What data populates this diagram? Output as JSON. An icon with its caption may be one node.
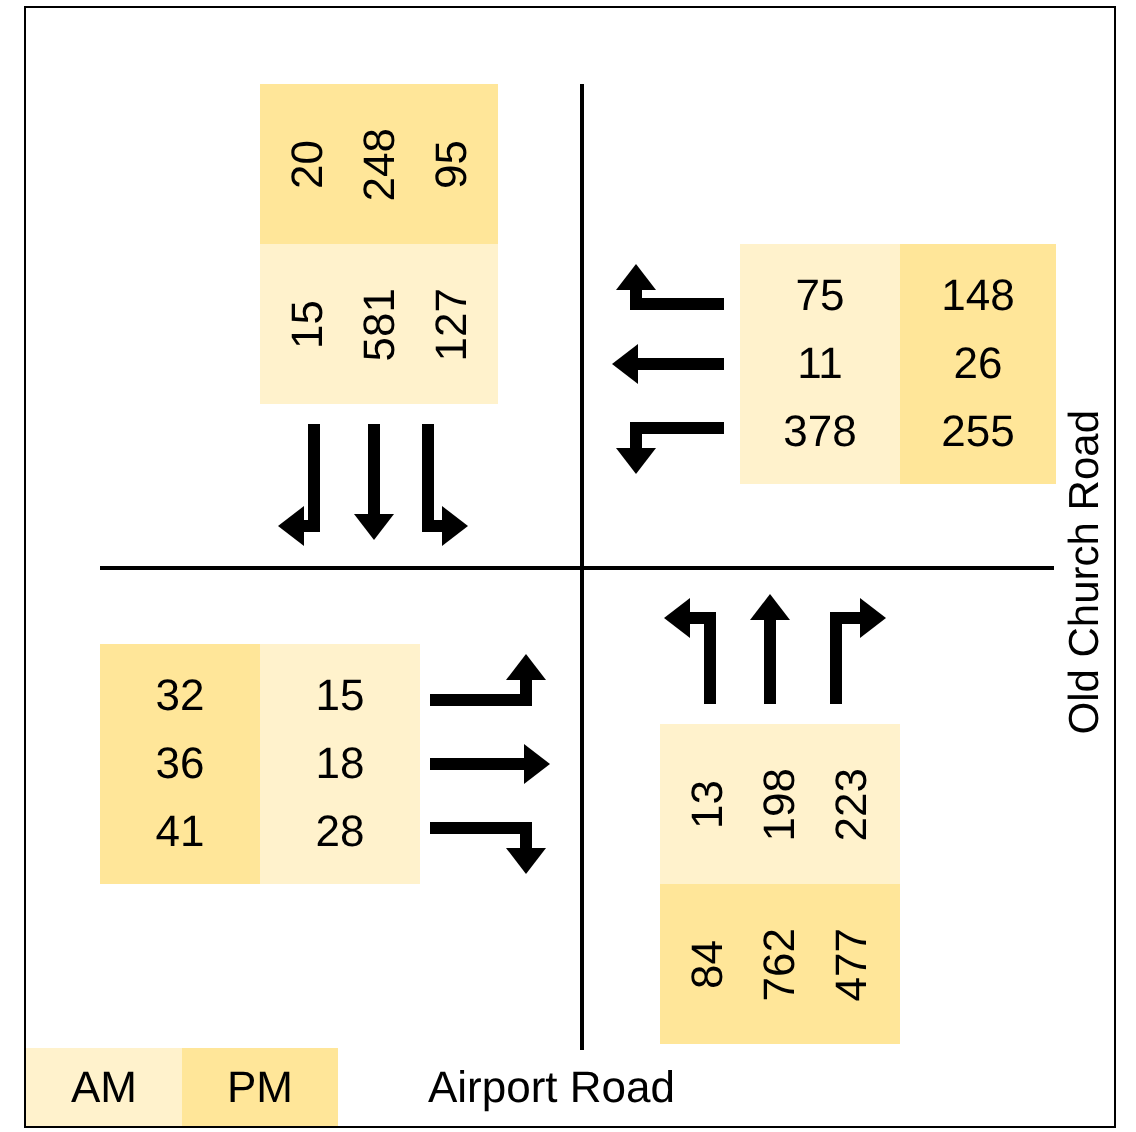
{
  "diagram": {
    "nodes": [
      {
        "text": [
          "20",
          "248",
          "95"
        ]
      },
      {
        "text": [
          "15",
          "581",
          "127"
        ]
      },
      {
        "text": [
          "75",
          "11",
          "378"
        ]
      },
      {
        "text": [
          "148",
          "26",
          "255"
        ]
      },
      {
        "text": [
          "32",
          "36",
          "41"
        ]
      },
      {
        "text": [
          "15",
          "18",
          "28"
        ]
      },
      {
        "text": [
          "13",
          "198",
          "223"
        ]
      },
      {
        "text": [
          "84",
          "762",
          "477"
        ]
      }
    ],
    "labels": [
      "Old Church Road",
      "Airport Road"
    ],
    "legend": [
      {
        "text": "AM",
        "color": "#fff2cc"
      },
      {
        "text": "PM",
        "color": "#ffe699"
      }
    ]
  }
}
